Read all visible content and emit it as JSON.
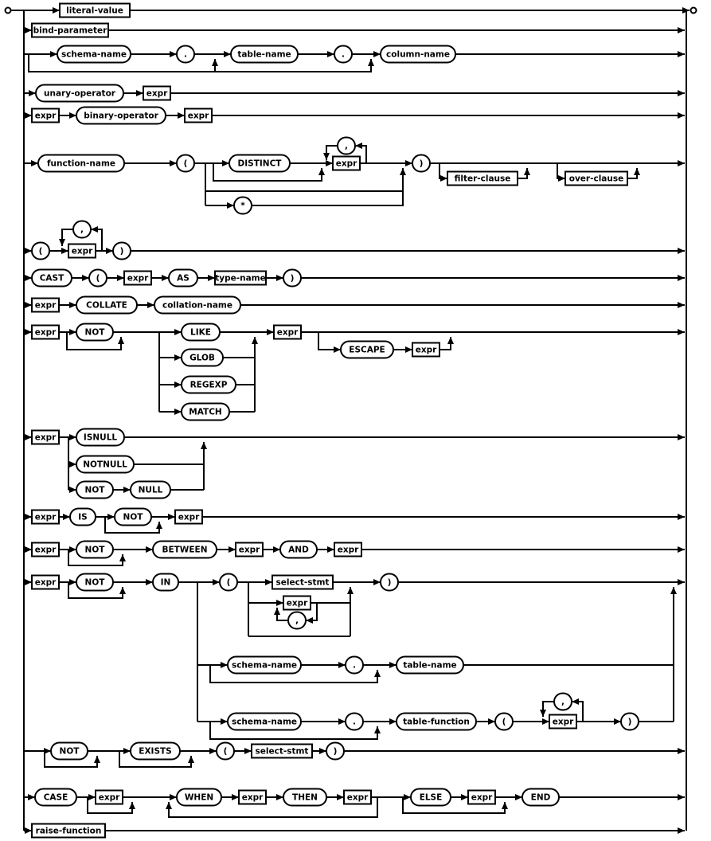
{
  "diagram": {
    "kind": "railroad-syntax-diagram",
    "name": "expr"
  },
  "labels": {
    "literal_value": "literal-value",
    "bind_parameter": "bind-parameter",
    "schema_name": "schema-name",
    "dot": ".",
    "table_name": "table-name",
    "column_name": "column-name",
    "unary_operator": "unary-operator",
    "expr": "expr",
    "binary_operator": "binary-operator",
    "function_name": "function-name",
    "lparen": "(",
    "rparen": ")",
    "comma": ",",
    "star": "*",
    "distinct": "DISTINCT",
    "filter_clause": "filter-clause",
    "over_clause": "over-clause",
    "cast": "CAST",
    "as_kw": "AS",
    "type_name": "type-name",
    "collate": "COLLATE",
    "collation_name": "collation-name",
    "not_kw": "NOT",
    "like": "LIKE",
    "glob": "GLOB",
    "regexp": "REGEXP",
    "match": "MATCH",
    "escape": "ESCAPE",
    "isnull": "ISNULL",
    "notnull": "NOTNULL",
    "null_kw": "NULL",
    "is_kw": "IS",
    "between": "BETWEEN",
    "and_kw": "AND",
    "in_kw": "IN",
    "select_stmt": "select-stmt",
    "table_function": "table-function",
    "exists": "EXISTS",
    "case_kw": "CASE",
    "when": "WHEN",
    "then": "THEN",
    "else_kw": "ELSE",
    "end_kw": "END",
    "raise_function": "raise-function"
  },
  "alternatives": [
    "literal-value",
    "bind-parameter",
    "[[schema-name .] table-name .] column-name",
    "unary-operator expr",
    "expr binary-operator expr",
    "function-name ( [DISTINCT] expr [, expr]* | empty | * ) [filter-clause] [over-clause]",
    "( expr [, expr]* )",
    "CAST ( expr AS type-name )",
    "expr COLLATE collation-name",
    "expr [NOT] LIKE|GLOB|REGEXP|MATCH expr [ESCAPE expr]",
    "expr ISNULL | NOTNULL | NOT NULL",
    "expr IS [NOT] expr",
    "expr [NOT] BETWEEN expr AND expr",
    "expr [NOT] IN ( [select-stmt | expr [, expr]*] ) | [schema-name .] table-name | [schema-name .] table-function ( expr [, expr]* )",
    "[NOT] [EXISTS] ( select-stmt )",
    "CASE [expr] (WHEN expr THEN expr)+ [ELSE expr] END",
    "raise-function"
  ]
}
